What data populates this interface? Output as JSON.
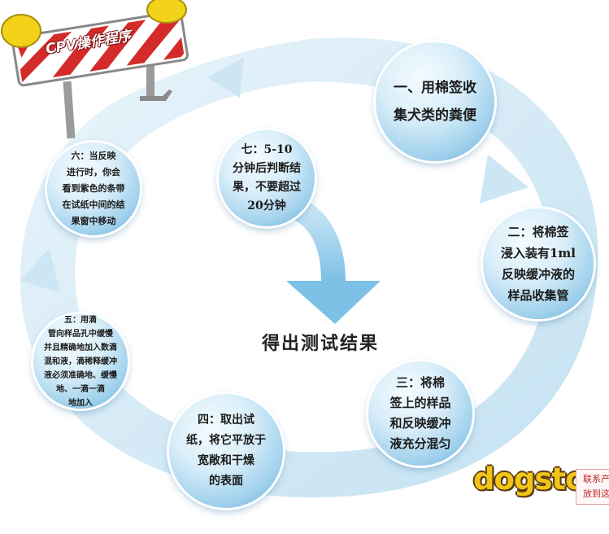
{
  "sign": {
    "title": "CPV操作程序"
  },
  "steps": [
    {
      "id": "1",
      "text": "一、用棉签收\n集犬类的粪便"
    },
    {
      "id": "2",
      "text": "二：将棉签\n浸入装有1ml\n反映缓冲液的\n样品收集管"
    },
    {
      "id": "3",
      "text": "三：将棉\n签上的样品\n和反映缓冲\n液充分混匀"
    },
    {
      "id": "4",
      "text": "四：取出试\n纸，将它平放于\n宽敞和干燥\n的表面"
    },
    {
      "id": "5",
      "text": "五：用滴\n管向样品孔中缓慢\n并且精确地加入数滴\n混和液，滴稀释缓冲\n液必须准确地、缓慢\n地、一滴一滴\n地加入"
    },
    {
      "id": "6",
      "text": "六：当反映\n进行时，你会\n看到紫色的条带\n在试纸中间的结\n果窗中移动"
    },
    {
      "id": "7",
      "text": "七：5-10\n分钟后判断结\n果，不要超过\n20分钟"
    }
  ],
  "result": {
    "label": "得出测试结果"
  },
  "logo": {
    "text": "dogstor"
  },
  "side_box": {
    "line1": "联系产",
    "line2": "放到这"
  },
  "colors": {
    "arrow": "#c9e4f3",
    "bubble_edge": "#5aa7d6",
    "sign_red": "#d42a2a",
    "sign_yellow": "#f3d21a"
  }
}
